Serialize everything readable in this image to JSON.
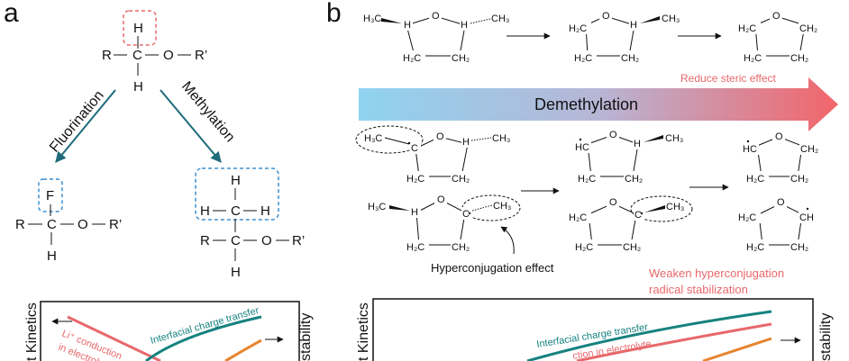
{
  "panel_labels": {
    "a": "a",
    "b": "b"
  },
  "panel_a": {
    "top_molecule": {
      "H_top": "H",
      "R": "R",
      "C": "C",
      "O": "O",
      "R_prime": "R’",
      "H_bottom": "H"
    },
    "arrow_left_label": "Fluorination",
    "arrow_right_label": "Methylation",
    "fluorinated": {
      "F": "F",
      "R": "R",
      "C": "C",
      "O": "O",
      "R_prime": "R’",
      "H": "H"
    },
    "methylated": {
      "H_top": "H",
      "H_left": "H",
      "C_methyl": "C",
      "H_right": "H",
      "R": "R",
      "C": "C",
      "O": "O",
      "R_prime": "R’",
      "H": "H"
    },
    "plot": {
      "ylabel": "t Kinetics",
      "y2label": "stability",
      "label_li": "Li⁺ conduction",
      "label_li2": "in electroly",
      "label_charge": "Interfacial charge transfer"
    }
  },
  "panel_b": {
    "row1": {
      "mol1": {
        "H3C": "H₃C",
        "H_left": "H",
        "O": "O",
        "H_right": "H",
        "CH3": "CH₃",
        "H2C": "H₂C",
        "CH2": "CH₂"
      },
      "mol2": {
        "H2C": "H₂C",
        "O": "O",
        "H": "H",
        "H2C_b": "H₂C",
        "CH2": "CH₂"
      },
      "mol3": {
        "H2C": "H₂C",
        "O": "O",
        "CH2": "CH₂",
        "H2C_b": "H₂C",
        "CH2_b": "CH₂"
      }
    },
    "reduce_steric": "Reduce steric effect",
    "banner": "Demethylation",
    "row2": {
      "mol1": {
        "H3C": "H₃C",
        "C": "C",
        "O": "O",
        "H": "H",
        "CH3": "CH₃",
        "H2C": "H₂C",
        "CH2": "CH₂"
      },
      "mol2": {
        "HC": "HC",
        "O": "O",
        "H": "H",
        "H2C": "H₂C",
        "CH2": "CH₂"
      },
      "mol3": {
        "HC": "HC",
        "O": "O",
        "CH2": "CH₂",
        "H2C": "H₂C",
        "CH2_b": "CH₂"
      }
    },
    "row3": {
      "mol1": {
        "H3C": "H₃C",
        "H": "H",
        "O": "O",
        "C": "C",
        "CH3": "CH₃",
        "H2C": "H₂C",
        "CH2": "CH₂"
      },
      "mol2": {
        "H2C": "H₂C",
        "O": "O",
        "C": "C",
        "CH3": "CH₃",
        "H2C_b": "H₂C",
        "CH2": "CH₂"
      },
      "mol3": {
        "H2C": "H₂C",
        "O": "O",
        "CH": "CH",
        "H2C_b": "H₂C",
        "CH2": "CH₂"
      }
    },
    "hyperconjugation": "Hyperconjugation effect",
    "weaken_line1": "Weaken hyperconjugation",
    "weaken_line2": "radical stabilization",
    "plot": {
      "ylabel": "t Kinetics",
      "y2label": "stability",
      "label_charge": "Interfacial charge transfer",
      "label_electrolyte": "ction in electrolyte"
    }
  },
  "colors": {
    "teal": "#16827f",
    "red": "#e8686b",
    "orange": "#e8842f",
    "blue_box": "#3b8fd1",
    "red_box": "#e8686b",
    "banner_start": "#8fd3f0",
    "banner_end": "#f2656a"
  }
}
